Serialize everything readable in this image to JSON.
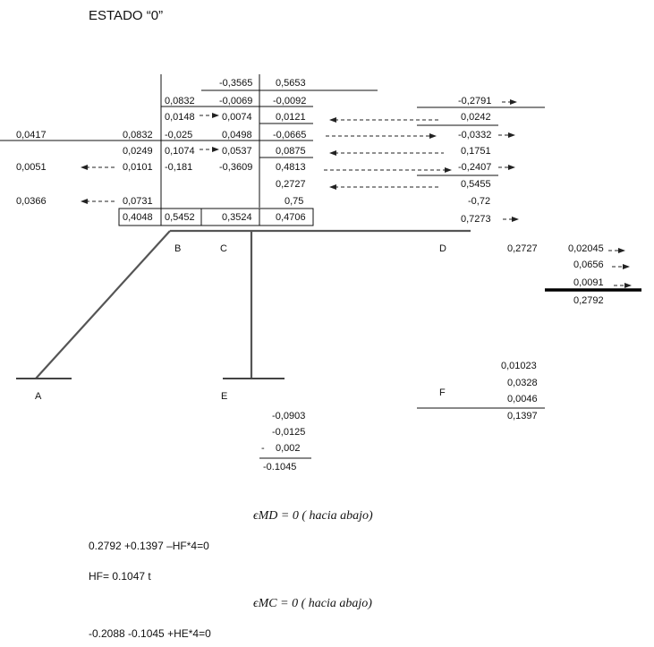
{
  "title": "ESTADO “0”",
  "node_labels": {
    "A": "A",
    "B": "B",
    "C": "C",
    "D": "D",
    "E": "E",
    "F": "F"
  },
  "table": {
    "c1": [
      "0,0832",
      "0,0148",
      "-0,025",
      "0,1074",
      "-0,181",
      "0,5452"
    ],
    "c2": [
      "-0,3565",
      "-0,0069",
      "0,0074",
      "0,0498",
      "0,0537",
      "-0,3609",
      "0,3524"
    ],
    "c3": [
      "0,5653",
      "-0,0092",
      "0,0121",
      "-0,0665",
      "0,0875",
      "0,4813",
      "0,2727",
      "0,75",
      "0,4706"
    ],
    "c0": [
      "0,0832",
      "0,0249",
      "0,0101",
      "0,0731",
      "0,4048"
    ],
    "left": [
      "0,0417",
      "0,0051",
      "0,0366"
    ]
  },
  "d_column": [
    "-0,2791",
    "0,0242",
    "-0,0332",
    "0,1751",
    "-0,2407",
    "0,5455",
    "-0,72",
    "0,7273"
  ],
  "d_right": {
    "moment": "0,2727",
    "values": [
      "0,02045",
      "0,0656",
      "0,0091"
    ],
    "total": "0,2792"
  },
  "f_column": {
    "values": [
      "0,01023",
      "0,0328",
      "0,0046"
    ],
    "total": "0,1397"
  },
  "e_column": {
    "values": [
      "-0,0903",
      "-0,0125",
      "0,002"
    ],
    "minus": "-",
    "total": "-0.1045"
  },
  "equations": {
    "md": "ϵMD = 0 ( hacia abajo)",
    "line1": "0.2792 +0.1397 –HF*4=0",
    "hf": "HF= 0.1047 t",
    "mc": "ϵMC = 0 ( hacia abajo)",
    "line2": "-0.2088 -0.1045 +HE*4=0"
  }
}
